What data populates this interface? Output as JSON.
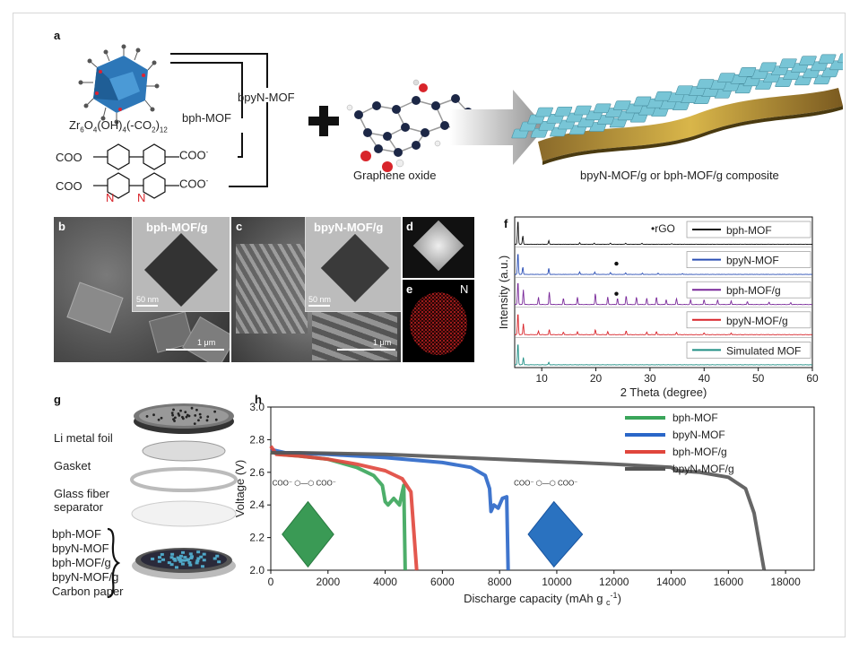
{
  "panels": {
    "a": "a",
    "b": "b",
    "c": "c",
    "d": "d",
    "e": "e",
    "f": "f",
    "g": "g",
    "h": "h"
  },
  "panel_a": {
    "formula_main": "Zr",
    "formula_sub1": "6",
    "formula_o1": "O",
    "formula_sub2": "4",
    "formula_oh": "(OH)",
    "formula_sub3": "4",
    "formula_co2": "(-CO",
    "formula_sub4": "2",
    "formula_close": ")",
    "formula_sub5": "12",
    "bph_label": "bph-MOF",
    "bpyn_label": "bpyN-MOF",
    "coo_left": "COO",
    "coo_right": "COO",
    "coo_sup": "-",
    "n_label": "N",
    "graphene_label": "Graphene oxide",
    "composite_label": "bpyN-MOF/g or bph-MOF/g composite"
  },
  "panel_b": {
    "title": "bph-MOF/g",
    "inset_scale": "50 nm",
    "scale": "1 μm"
  },
  "panel_c": {
    "title": "bpyN-MOF/g",
    "inset_scale": "50 nm",
    "scale": "1 μm"
  },
  "panel_e": {
    "element": "N"
  },
  "panel_g": {
    "li_foil": "Li metal foil",
    "gasket": "Gasket",
    "glass1": "Glass fiber",
    "glass2": "separator",
    "cathodes": [
      "bph-MOF",
      "bpyN-MOF",
      "bph-MOF/g",
      "bpyN-MOF/g",
      "Carbon paper"
    ]
  },
  "chart_data": [
    {
      "type": "line",
      "panel": "f",
      "xlabel": "2 Theta (degree)",
      "ylabel": "Intensity (a.u.)",
      "xlim": [
        5,
        60
      ],
      "xticks": [
        10,
        20,
        30,
        40,
        50,
        60
      ],
      "annotation": "rGO",
      "series": [
        {
          "name": "bph-MOF",
          "color": "#111111",
          "peaks": [
            [
              5.6,
              1.0
            ],
            [
              6.5,
              0.35
            ],
            [
              11.3,
              0.15
            ],
            [
              17.0,
              0.06
            ],
            [
              19.7,
              0.05
            ],
            [
              22.7,
              0.05
            ],
            [
              25.5,
              0.04
            ],
            [
              28.5,
              0.04
            ],
            [
              34,
              0.03
            ]
          ]
        },
        {
          "name": "bpyN-MOF",
          "color": "#2b4fb5",
          "peaks": [
            [
              5.6,
              0.9
            ],
            [
              6.5,
              0.3
            ],
            [
              11.3,
              0.25
            ],
            [
              17.0,
              0.1
            ],
            [
              19.8,
              0.1
            ],
            [
              22.7,
              0.08
            ],
            [
              25.5,
              0.06
            ],
            [
              28.6,
              0.05
            ],
            [
              31.5,
              0.05
            ],
            [
              36,
              0.04
            ]
          ]
        },
        {
          "name": "bph-MOF/g",
          "color": "#7a2a9a",
          "peaks": [
            [
              5.6,
              0.95
            ],
            [
              6.6,
              0.6
            ],
            [
              9.4,
              0.3
            ],
            [
              11.4,
              0.5
            ],
            [
              14.0,
              0.25
            ],
            [
              16.6,
              0.3
            ],
            [
              19.9,
              0.45
            ],
            [
              22.2,
              0.3
            ],
            [
              24.0,
              0.25
            ],
            [
              25.6,
              0.35
            ],
            [
              27.5,
              0.3
            ],
            [
              29.4,
              0.25
            ],
            [
              31.2,
              0.3
            ],
            [
              33.0,
              0.2
            ],
            [
              34.9,
              0.25
            ],
            [
              37.5,
              0.2
            ],
            [
              40.0,
              0.2
            ],
            [
              42.5,
              0.18
            ],
            [
              45.0,
              0.15
            ],
            [
              48.0,
              0.12
            ],
            [
              52.0,
              0.1
            ],
            [
              56.0,
              0.08
            ]
          ]
        },
        {
          "name": "bpyN-MOF/g",
          "color": "#d8242a",
          "peaks": [
            [
              5.6,
              0.9
            ],
            [
              6.6,
              0.45
            ],
            [
              9.4,
              0.15
            ],
            [
              11.4,
              0.2
            ],
            [
              14.0,
              0.1
            ],
            [
              16.6,
              0.12
            ],
            [
              19.9,
              0.2
            ],
            [
              22.2,
              0.12
            ],
            [
              25.6,
              0.15
            ],
            [
              29.4,
              0.1
            ],
            [
              31.2,
              0.12
            ],
            [
              34.9,
              0.1
            ],
            [
              40.0,
              0.08
            ],
            [
              45.0,
              0.07
            ]
          ]
        },
        {
          "name": "Simulated MOF",
          "color": "#1f8f85",
          "peaks": [
            [
              5.6,
              0.9
            ],
            [
              6.6,
              0.3
            ],
            [
              11.3,
              0.1
            ]
          ]
        }
      ]
    },
    {
      "type": "line",
      "panel": "h",
      "xlabel": "Discharge capacity (mAh g",
      "xlabel_sub": "c",
      "xlabel_sup": "-1",
      "xlabel_end": ")",
      "ylabel": "Voltage (V)",
      "xlim": [
        0,
        19000
      ],
      "ylim": [
        2.0,
        3.0
      ],
      "xticks": [
        0,
        2000,
        4000,
        6000,
        8000,
        10000,
        12000,
        14000,
        16000,
        18000
      ],
      "yticks": [
        2.0,
        2.2,
        2.4,
        2.6,
        2.8,
        3.0
      ],
      "series": [
        {
          "name": "bph-MOF",
          "color": "#3aa55a",
          "points": [
            [
              0,
              2.73
            ],
            [
              300,
              2.71
            ],
            [
              1000,
              2.7
            ],
            [
              2000,
              2.68
            ],
            [
              3000,
              2.63
            ],
            [
              3600,
              2.58
            ],
            [
              3900,
              2.52
            ],
            [
              4000,
              2.42
            ],
            [
              4100,
              2.4
            ],
            [
              4300,
              2.44
            ],
            [
              4500,
              2.4
            ],
            [
              4600,
              2.48
            ],
            [
              4650,
              2.52
            ],
            [
              4700,
              2.0
            ]
          ]
        },
        {
          "name": "bpyN-MOF",
          "color": "#2a66c8",
          "points": [
            [
              0,
              2.74
            ],
            [
              500,
              2.72
            ],
            [
              2000,
              2.71
            ],
            [
              4000,
              2.69
            ],
            [
              6000,
              2.66
            ],
            [
              7000,
              2.63
            ],
            [
              7500,
              2.58
            ],
            [
              7650,
              2.5
            ],
            [
              7700,
              2.36
            ],
            [
              7800,
              2.4
            ],
            [
              7950,
              2.38
            ],
            [
              8100,
              2.44
            ],
            [
              8250,
              2.45
            ],
            [
              8300,
              2.0
            ]
          ]
        },
        {
          "name": "bph-MOF/g",
          "color": "#e0463c",
          "points": [
            [
              0,
              2.76
            ],
            [
              200,
              2.71
            ],
            [
              1000,
              2.7
            ],
            [
              2000,
              2.68
            ],
            [
              3000,
              2.65
            ],
            [
              4000,
              2.61
            ],
            [
              4600,
              2.56
            ],
            [
              4900,
              2.48
            ],
            [
              5100,
              2.0
            ]
          ]
        },
        {
          "name": "bpyN-MOF/g",
          "color": "#555555",
          "points": [
            [
              0,
              2.72
            ],
            [
              1000,
              2.72
            ],
            [
              4000,
              2.71
            ],
            [
              8000,
              2.68
            ],
            [
              12000,
              2.65
            ],
            [
              14000,
              2.63
            ],
            [
              14200,
              2.61
            ],
            [
              15000,
              2.6
            ],
            [
              16000,
              2.57
            ],
            [
              16600,
              2.5
            ],
            [
              16900,
              2.35
            ],
            [
              17100,
              2.15
            ],
            [
              17250,
              2.0
            ]
          ]
        }
      ]
    }
  ]
}
